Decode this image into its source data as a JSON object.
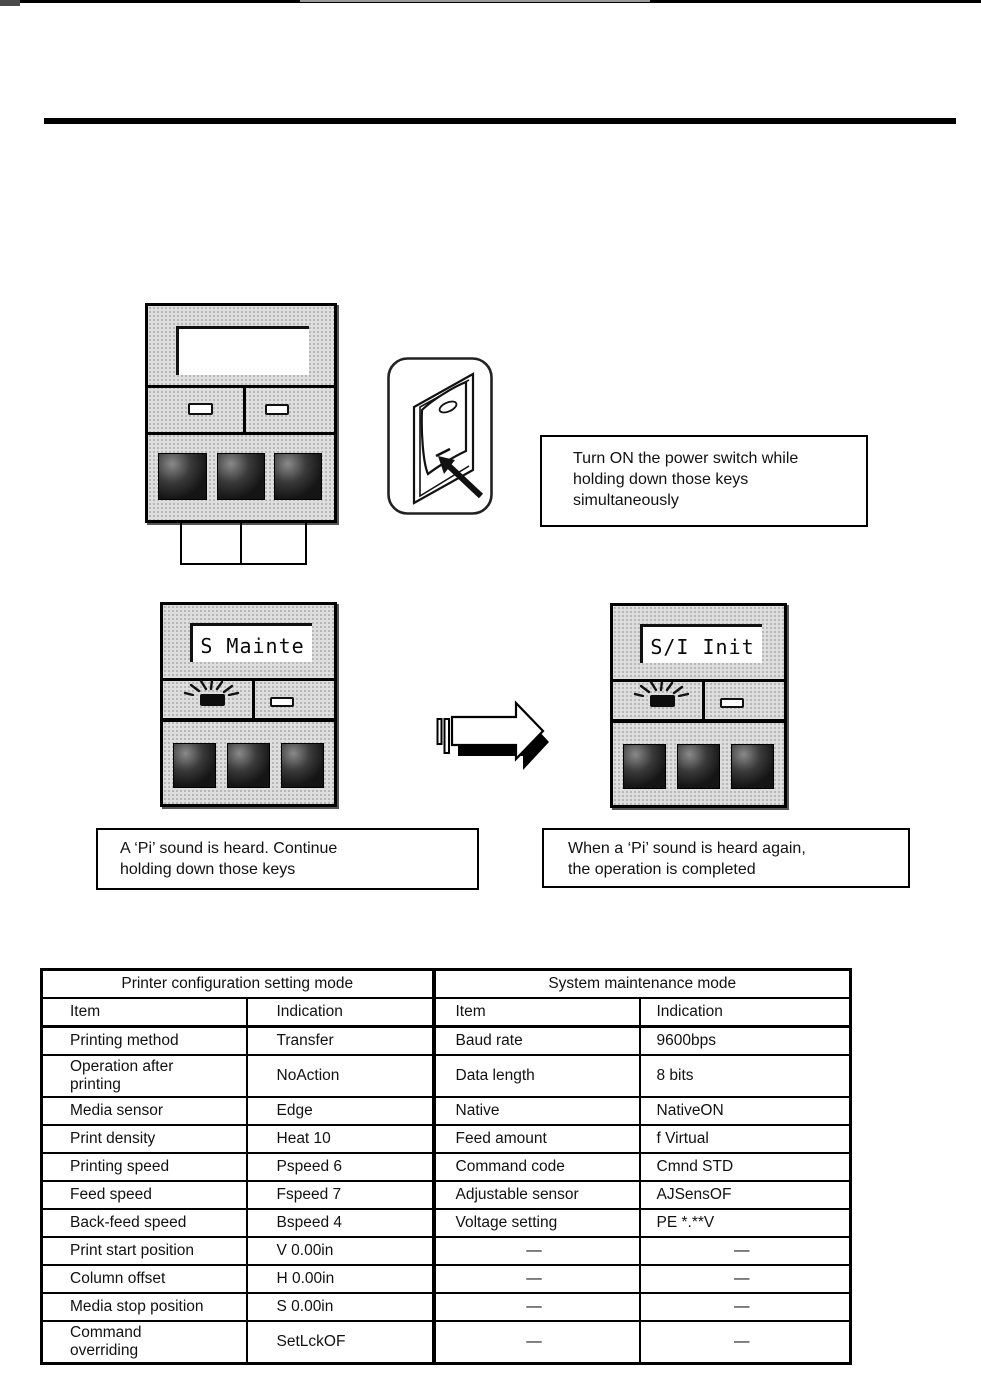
{
  "panels": {
    "before": {
      "display": "S Mainte"
    },
    "after": {
      "display": "S/I Init"
    },
    "blank": {
      "display": ""
    }
  },
  "callouts": {
    "power": {
      "lines": [
        "Turn ON the power switch while",
        "holding down those keys",
        "simultaneously"
      ]
    }
  },
  "captions": {
    "before": {
      "lines": [
        "A ‘Pi’ sound is heard. Continue",
        "holding down those keys"
      ]
    },
    "after": {
      "lines": [
        "When a ‘Pi’ sound is heard again,",
        "the operation is completed"
      ]
    }
  },
  "icons": {
    "led_burst": "lit-indicator-rays",
    "transition_arrow": "right-arrow-3d",
    "power_switch": "rocker-switch",
    "press_arrow": "arrow-pointing-up-left"
  },
  "colors": {
    "panel_gray": "#dedede",
    "ink": "#000000"
  },
  "table": {
    "group_headers": [
      "Printer configuration setting mode",
      "System maintenance mode"
    ],
    "column_headers": [
      "Item",
      "Indication",
      "Item",
      "Indication"
    ],
    "rows": [
      [
        "Printing method",
        "Transfer",
        "Baud rate",
        "9600bps"
      ],
      [
        "Operation after\nprinting",
        "NoAction",
        "Data length",
        "8 bits"
      ],
      [
        "Media sensor",
        "Edge",
        "Native",
        "NativeON"
      ],
      [
        "Print density",
        "Heat 10",
        "Feed amount",
        "f Virtual"
      ],
      [
        "Printing speed",
        "Pspeed 6",
        "Command code",
        "Cmnd STD"
      ],
      [
        "Feed speed",
        "Fspeed 7",
        "Adjustable sensor",
        "AJSensOF"
      ],
      [
        "Back-feed speed",
        "Bspeed 4",
        "Voltage setting",
        "PE *.**V"
      ],
      [
        "Print start position",
        "V 0.00in",
        "—",
        "—"
      ],
      [
        "Column offset",
        "H 0.00in",
        "—",
        "—"
      ],
      [
        "Media stop position",
        "S 0.00in",
        "—",
        "—"
      ],
      [
        "Command\noverriding",
        "SetLckOF",
        "—",
        "—"
      ]
    ]
  }
}
